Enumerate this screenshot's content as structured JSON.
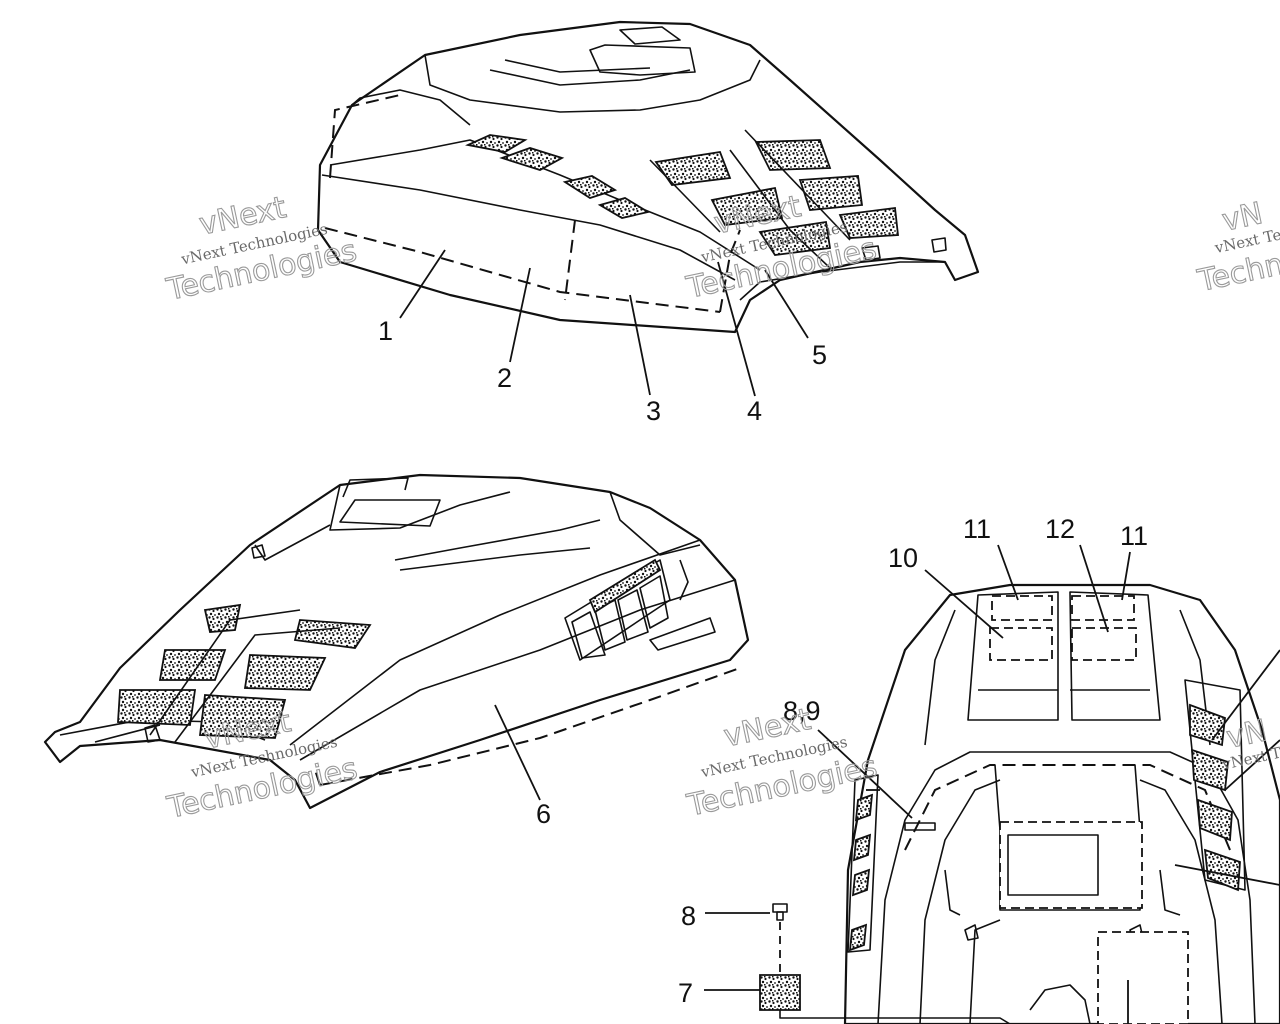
{
  "callouts": {
    "c1": "1",
    "c2": "2",
    "c3": "3",
    "c4": "4",
    "c5": "5",
    "c6": "6",
    "c7": "7",
    "c8": "8",
    "c89": "8,9",
    "c10": "10",
    "c11a": "11",
    "c11b": "11",
    "c12": "12"
  },
  "watermark": {
    "line1": "vNext",
    "line2": "vNext Technologies",
    "line3": "Technologies",
    "line2_clipped": "vNext Te",
    "line3_clipped": "Techn",
    "line1_clipped": "vN"
  }
}
